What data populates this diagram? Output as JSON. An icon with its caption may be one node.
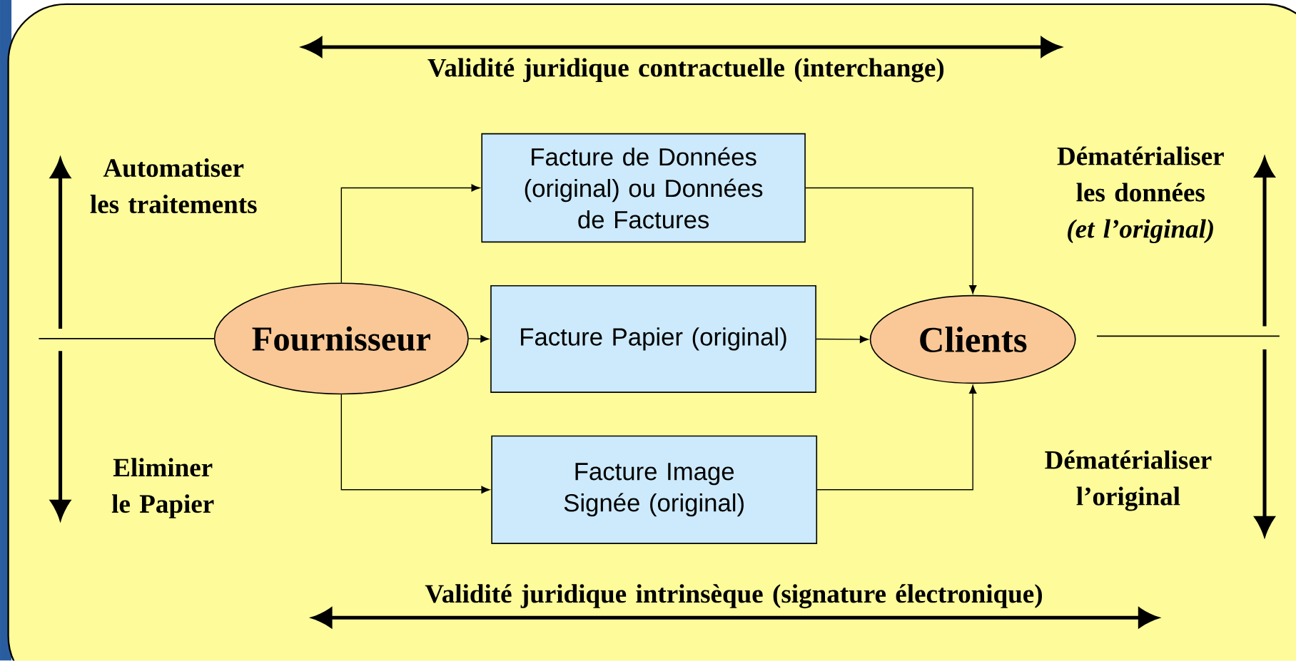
{
  "diagram": {
    "nodes": [
      {
        "text": [
          "Fournisseur"
        ]
      },
      {
        "text": [
          "Facture de Données (original) ou Données de Factures"
        ]
      },
      {
        "text": [
          "Facture Papier (original)"
        ]
      },
      {
        "text": [
          "Facture Image Signée (original)"
        ]
      },
      {
        "text": [
          "Clients"
        ]
      }
    ],
    "edges": [
      {
        "from": 0,
        "to": 1,
        "arrow": "to"
      },
      {
        "from": 0,
        "to": 2,
        "arrow": "to"
      },
      {
        "from": 0,
        "to": 3,
        "arrow": "to"
      },
      {
        "from": 1,
        "to": 4,
        "arrow": "to"
      },
      {
        "from": 2,
        "to": 4,
        "arrow": "to"
      },
      {
        "from": 3,
        "to": 4,
        "arrow": "to"
      }
    ],
    "labels": [
      "Validité juridique contractuelle (interchange)",
      "Automatiser les traitements",
      "Dématérialiser les données *(et l’original)*",
      "Eliminer le Papier",
      "Dématérialiser l’original",
      "Validité juridique intrinsèque (signature électronique)"
    ]
  }
}
